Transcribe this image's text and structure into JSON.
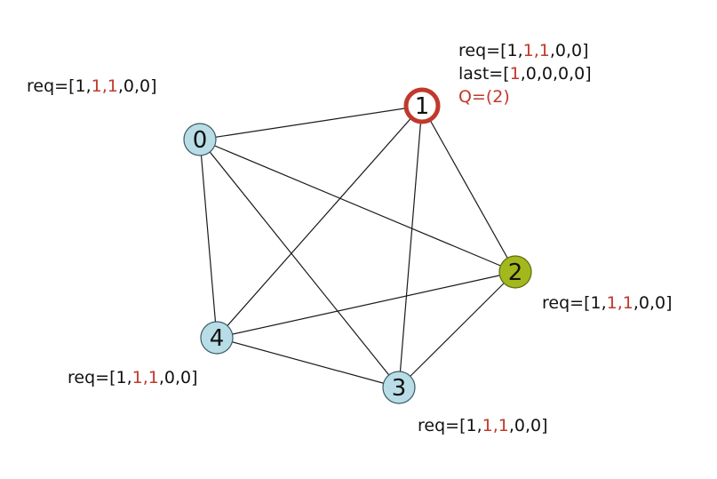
{
  "colors": {
    "node_fill": "#b9dde6",
    "node_stroke": "#3a5a66",
    "token_holder_stroke": "#c0392b",
    "node2_fill": "#a3b81c",
    "edge": "#1a1a1a",
    "highlight": "#c0392b",
    "text": "#111111"
  },
  "nodes": [
    {
      "id": "0",
      "label": "0",
      "state": "normal"
    },
    {
      "id": "1",
      "label": "1",
      "state": "token-holder"
    },
    {
      "id": "2",
      "label": "2",
      "state": "highlighted"
    },
    {
      "id": "3",
      "label": "3",
      "state": "normal"
    },
    {
      "id": "4",
      "label": "4",
      "state": "normal"
    }
  ],
  "edges": [
    [
      "0",
      "1"
    ],
    [
      "0",
      "2"
    ],
    [
      "0",
      "3"
    ],
    [
      "0",
      "4"
    ],
    [
      "1",
      "2"
    ],
    [
      "1",
      "3"
    ],
    [
      "1",
      "4"
    ],
    [
      "2",
      "3"
    ],
    [
      "2",
      "4"
    ],
    [
      "3",
      "4"
    ]
  ],
  "annotations": {
    "node0": {
      "req": {
        "prefix": "req=[1,",
        "red": "1,1",
        "suffix": ",0,0]"
      }
    },
    "node1": {
      "req": {
        "prefix": "req=[1,",
        "red": "1,1",
        "suffix": ",0,0]"
      },
      "last": {
        "prefix": "last=[",
        "red": "1",
        "suffix": ",0,0,0,0]"
      },
      "queue": "Q=(2)"
    },
    "node2": {
      "req": {
        "prefix": "req=[1,",
        "red": "1,1",
        "suffix": ",0,0]"
      }
    },
    "node3": {
      "req": {
        "prefix": "req=[1,",
        "red": "1,1",
        "suffix": ",0,0]"
      }
    },
    "node4": {
      "req": {
        "prefix": "req=[1,",
        "red": "1,1",
        "suffix": ",0,0]"
      }
    }
  }
}
